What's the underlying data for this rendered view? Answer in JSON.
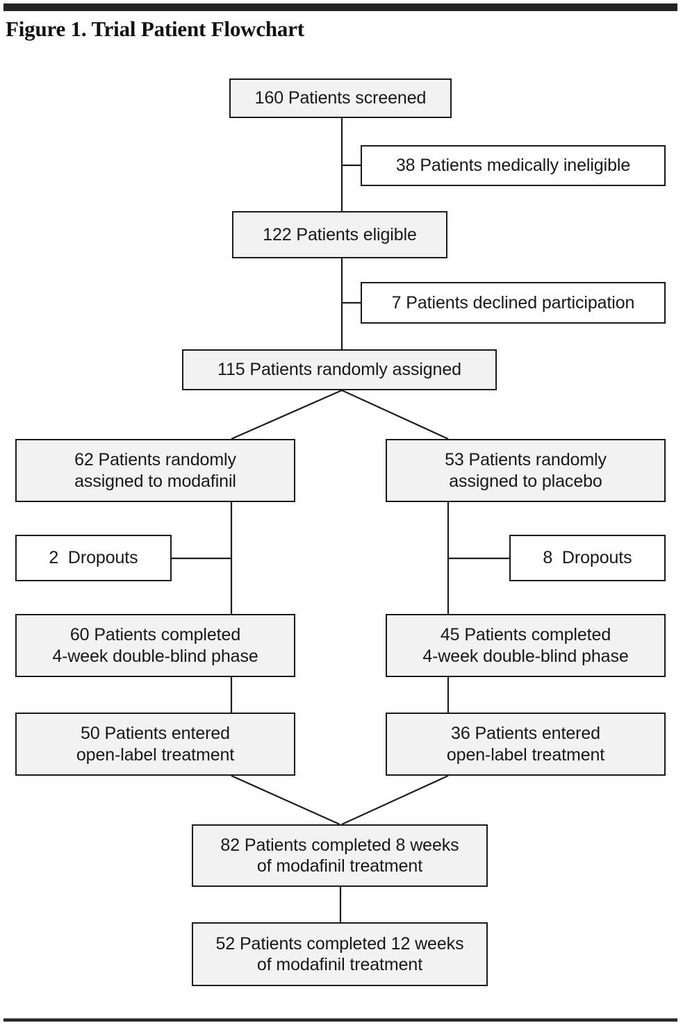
{
  "figure": {
    "title": "Figure 1. Trial Patient Flowchart",
    "type": "flowchart",
    "orientation": "top-to-bottom"
  },
  "colors": {
    "node_shaded_fill": "#f2f2f2",
    "node_plain_fill": "#ffffff",
    "node_border": "#1b1b1b",
    "connector": "#1d1d1d",
    "rule": "#232323",
    "text": "#181818"
  },
  "nodes": {
    "screened": {
      "line1": "160 Patients screened"
    },
    "ineligible": {
      "line1": "38 Patients medically ineligible"
    },
    "eligible": {
      "line1": "122 Patients eligible"
    },
    "declined": {
      "line1": "7 Patients declined participation"
    },
    "randomized": {
      "line1": "115 Patients randomly assigned"
    },
    "modafinil_arm": {
      "line1": "62 Patients randomly",
      "line2": "assigned to modafinil"
    },
    "placebo_arm": {
      "line1": "53 Patients randomly",
      "line2": "assigned to placebo"
    },
    "dropouts_left": {
      "line1": "2  Dropouts"
    },
    "dropouts_right": {
      "line1": "8  Dropouts"
    },
    "completed_db_left": {
      "line1": "60 Patients completed",
      "line2": "4-week double-blind phase"
    },
    "completed_db_right": {
      "line1": "45 Patients completed",
      "line2": "4-week double-blind phase"
    },
    "openlabel_left": {
      "line1": "50 Patients entered",
      "line2": "open-label treatment"
    },
    "openlabel_right": {
      "line1": "36 Patients entered",
      "line2": "open-label treatment"
    },
    "completed_8wk": {
      "line1": "82 Patients completed 8 weeks",
      "line2": "of modafinil treatment"
    },
    "completed_12wk": {
      "line1": "52 Patients completed 12 weeks",
      "line2": "of modafinil treatment"
    }
  },
  "chart_data": {
    "type": "flowchart",
    "title": "Figure 1. Trial Patient Flowchart",
    "stages": [
      {
        "id": "screened",
        "label": "160 Patients screened",
        "count": 160,
        "track": "main"
      },
      {
        "id": "ineligible",
        "label": "38 Patients medically ineligible",
        "count": 38,
        "track": "exclusion"
      },
      {
        "id": "eligible",
        "label": "122 Patients eligible",
        "count": 122,
        "track": "main"
      },
      {
        "id": "declined",
        "label": "7 Patients declined participation",
        "count": 7,
        "track": "exclusion"
      },
      {
        "id": "randomized",
        "label": "115 Patients randomly assigned",
        "count": 115,
        "track": "main"
      },
      {
        "id": "modafinil_arm",
        "label": "62 Patients randomly assigned to modafinil",
        "count": 62,
        "track": "arm-left"
      },
      {
        "id": "placebo_arm",
        "label": "53 Patients randomly assigned to placebo",
        "count": 53,
        "track": "arm-right"
      },
      {
        "id": "dropouts_left",
        "label": "2  Dropouts",
        "count": 2,
        "track": "exclusion-left"
      },
      {
        "id": "dropouts_right",
        "label": "8  Dropouts",
        "count": 8,
        "track": "exclusion-right"
      },
      {
        "id": "completed_db_left",
        "label": "60 Patients completed 4-week double-blind phase",
        "count": 60,
        "track": "arm-left"
      },
      {
        "id": "completed_db_right",
        "label": "45 Patients completed 4-week double-blind phase",
        "count": 45,
        "track": "arm-right"
      },
      {
        "id": "openlabel_left",
        "label": "50 Patients entered open-label treatment",
        "count": 50,
        "track": "arm-left"
      },
      {
        "id": "openlabel_right",
        "label": "36 Patients entered open-label treatment",
        "count": 36,
        "track": "arm-right"
      },
      {
        "id": "completed_8wk",
        "label": "82 Patients completed 8 weeks of modafinil treatment",
        "count": 82,
        "track": "main"
      },
      {
        "id": "completed_12wk",
        "label": "52 Patients completed 12 weeks of modafinil treatment",
        "count": 52,
        "track": "main"
      }
    ],
    "edges": [
      {
        "from": "screened",
        "to": "ineligible",
        "kind": "exclusion"
      },
      {
        "from": "screened",
        "to": "eligible",
        "kind": "flow"
      },
      {
        "from": "eligible",
        "to": "declined",
        "kind": "exclusion"
      },
      {
        "from": "eligible",
        "to": "randomized",
        "kind": "flow"
      },
      {
        "from": "randomized",
        "to": "modafinil_arm",
        "kind": "split"
      },
      {
        "from": "randomized",
        "to": "placebo_arm",
        "kind": "split"
      },
      {
        "from": "modafinil_arm",
        "to": "dropouts_left",
        "kind": "exclusion"
      },
      {
        "from": "modafinil_arm",
        "to": "completed_db_left",
        "kind": "flow"
      },
      {
        "from": "placebo_arm",
        "to": "dropouts_right",
        "kind": "exclusion"
      },
      {
        "from": "placebo_arm",
        "to": "completed_db_right",
        "kind": "flow"
      },
      {
        "from": "completed_db_left",
        "to": "openlabel_left",
        "kind": "flow"
      },
      {
        "from": "completed_db_right",
        "to": "openlabel_right",
        "kind": "flow"
      },
      {
        "from": "openlabel_left",
        "to": "completed_8wk",
        "kind": "merge"
      },
      {
        "from": "openlabel_right",
        "to": "completed_8wk",
        "kind": "merge"
      },
      {
        "from": "completed_8wk",
        "to": "completed_12wk",
        "kind": "flow"
      }
    ]
  }
}
